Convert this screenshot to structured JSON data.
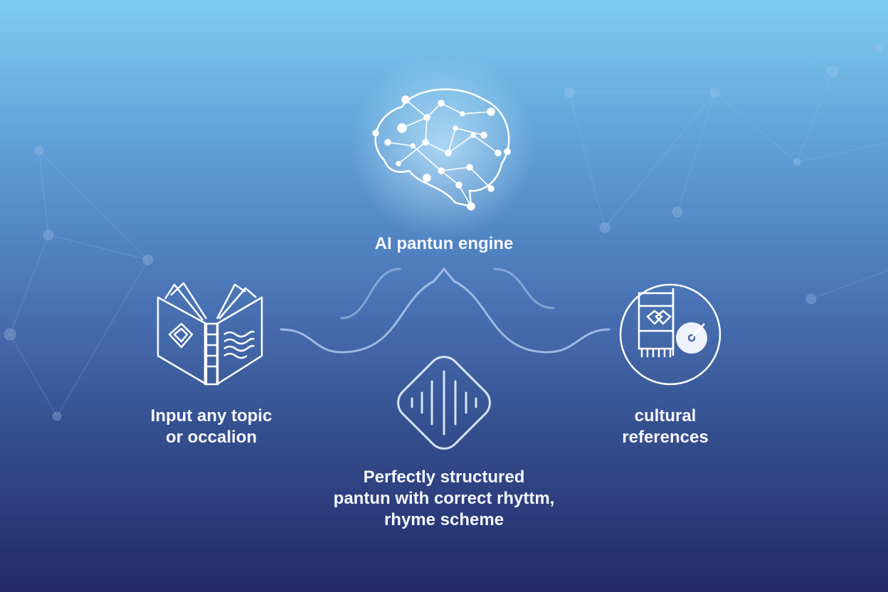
{
  "engine": {
    "label": "AI pantun engine",
    "icon": "brain-network-icon"
  },
  "input": {
    "lines": [
      "Input any topic",
      "or occalion"
    ],
    "icon": "open-book-icon"
  },
  "culture": {
    "lines": [
      "cultural",
      "references"
    ],
    "icon": "textile-hibiscus-icon"
  },
  "output": {
    "lines": [
      "Perfectly structured",
      "pantun with correct rhyttm,",
      "rhyme scheme"
    ],
    "icon": "sound-wave-icon"
  },
  "colors": {
    "line": "#b9d4f2",
    "text": "#f4f7ff"
  }
}
